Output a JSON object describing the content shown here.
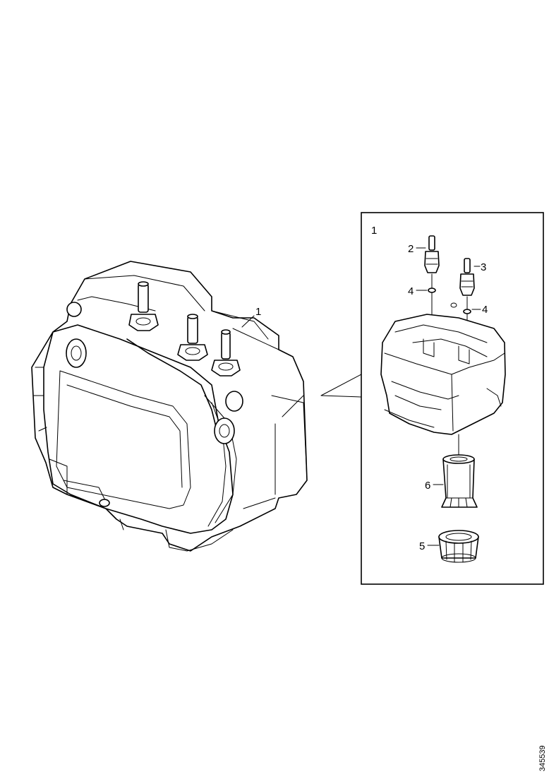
{
  "callouts": {
    "main_unit": "1",
    "detail_unit": "1",
    "sensor_left": "2",
    "sensor_right": "3",
    "seal_left": "4",
    "seal_right": "4",
    "filter": "6",
    "cap": "5"
  },
  "figure_id": "345539"
}
